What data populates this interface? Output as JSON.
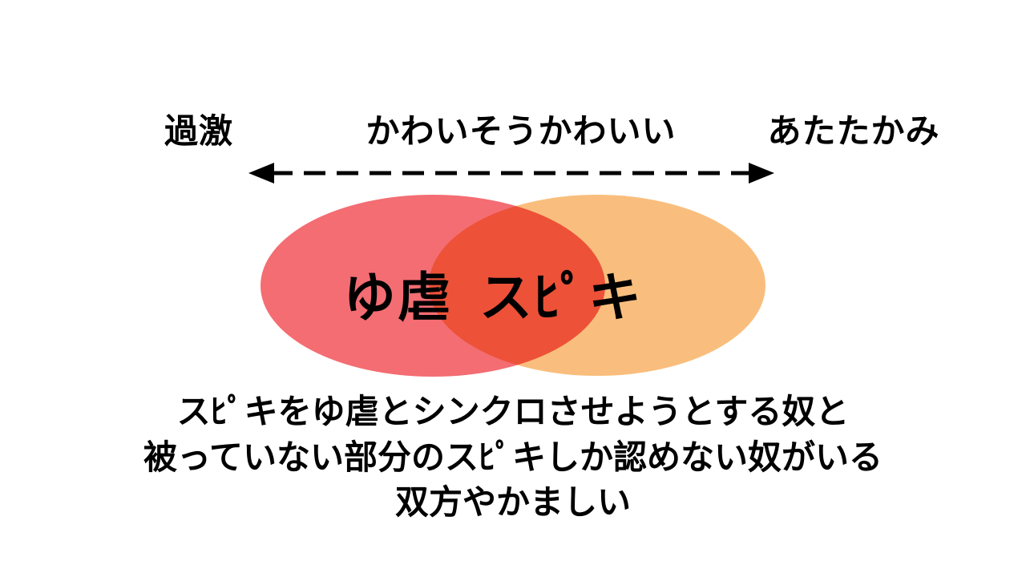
{
  "diagram": {
    "axis": {
      "left_label": "過激",
      "center_label": "かわいそうかわいい",
      "right_label": "あたたかみ"
    },
    "venn": {
      "left_color": "#f36d72",
      "right_color": "#f9be7d",
      "left_label": "ゆ虐",
      "overlap_label": "スﾋﾟキ"
    },
    "caption": {
      "line1": "スﾋﾟキをゆ虐とシンクロさせようとする奴と",
      "line2": "被っていない部分のスﾋﾟキしか認めない奴がいる",
      "line3": "双方やかましい"
    }
  }
}
